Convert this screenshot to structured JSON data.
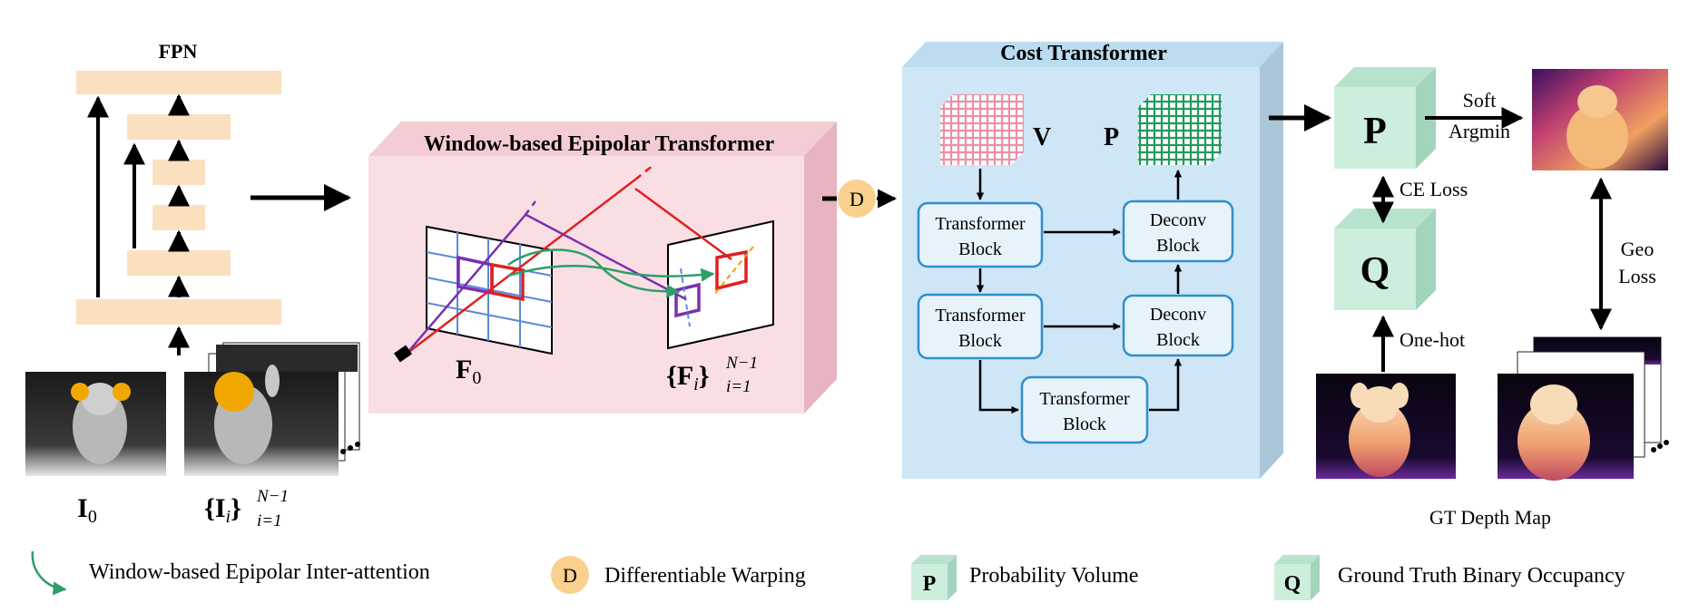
{
  "fpn": {
    "title": "FPN"
  },
  "images": {
    "i0_label": "I",
    "i0_sub": "0",
    "ii_label": "I",
    "ii_sub": "i",
    "ii_sup": "N−1",
    "ii_lower": "i=1"
  },
  "wet": {
    "title": "Window-based Epipolar Transformer",
    "f0_label": "F",
    "f0_sub": "0",
    "fi_label": "F",
    "fi_sub": "i",
    "fi_sup": "N−1",
    "fi_lower": "i=1"
  },
  "warp": {
    "symbol": "D"
  },
  "cost": {
    "title": "Cost Transformer",
    "v_label": "V",
    "p_label": "P",
    "blocks": [
      {
        "line1": "Transformer",
        "line2": "Block"
      },
      {
        "line1": "Transformer",
        "line2": "Block"
      },
      {
        "line1": "Transformer",
        "line2": "Block"
      },
      {
        "line1": "Deconv",
        "line2": "Block"
      },
      {
        "line1": "Deconv",
        "line2": "Block"
      }
    ]
  },
  "right": {
    "p_symbol": "P",
    "q_symbol": "Q",
    "soft_line1": "Soft",
    "soft_line2": "Argmin",
    "ce_loss": "CE Loss",
    "geo_line1": "Geo",
    "geo_line2": "Loss",
    "onehot": "One-hot",
    "gt_depth": "GT Depth Map"
  },
  "legend": {
    "attention": "Window-based Epipolar Inter-attention",
    "d_symbol": "D",
    "warping": "Differentiable Warping",
    "p_symbol": "P",
    "prob": "Probability Volume",
    "q_symbol": "Q",
    "gt_occ": "Ground Truth Binary Occupancy"
  },
  "colors": {
    "fpn_bar": "#fbe0c0",
    "wet_box": "#f9dfe3",
    "cost_box": "#cfe6f6",
    "block_border": "#2f8fcb",
    "pq_cube": "#cdeedd",
    "d_circle": "#f9d08e",
    "attention": "#2e9e6a",
    "epipolar_red": "#e02020",
    "epipolar_purple": "#7a30b0",
    "grid_blue": "#5a8ad8"
  }
}
